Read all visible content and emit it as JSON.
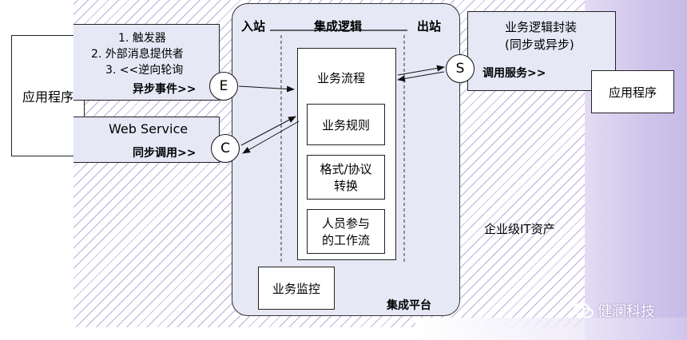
{
  "left_app": {
    "label": "应用程序"
  },
  "trigger_box": {
    "line1": "1. 触发器",
    "line2": "2. 外部消息提供者",
    "line3": "3. <<逆向轮询",
    "async_label": "异步事件>>"
  },
  "webservice_box": {
    "title": "Web Service",
    "sync_label": "同步调用>>"
  },
  "platform": {
    "inbound": "入站",
    "logic": "集成逻辑",
    "outbound": "出站",
    "name": "集成平台"
  },
  "process": {
    "title": "业务流程",
    "rules": "业务规则",
    "format_line1": "格式/协议",
    "format_line2": "转换",
    "people_line1": "人员参与",
    "people_line2": "的工作流"
  },
  "monitor": {
    "label": "业务监控"
  },
  "service_box": {
    "title_line1": "业务逻辑封装",
    "title_line2": "(同步或异步)",
    "call_label": "调用服务>>"
  },
  "right_app": {
    "label": "应用程序"
  },
  "enterprise_label": "企业级IT资产",
  "circles": {
    "event": "E",
    "call": "C",
    "service": "S"
  },
  "watermark": {
    "text": "健澜科技"
  },
  "colors": {
    "lilac": "#e6e8f6",
    "hatch": "#b9aedb",
    "platform": "#e6e8f6",
    "band": "#d4ccec"
  }
}
